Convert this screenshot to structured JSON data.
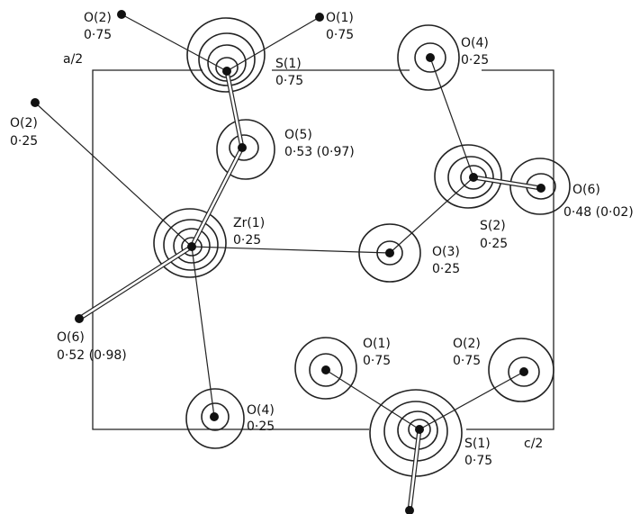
{
  "axes": {
    "a": "a/2",
    "c": "c/2"
  },
  "atoms": [
    {
      "id": "S1_top",
      "name": "S(1)",
      "value": "0·75"
    },
    {
      "id": "O1_top",
      "name": "O(1)",
      "value": "0·75"
    },
    {
      "id": "O2_top",
      "name": "O(2)",
      "value": "0·75"
    },
    {
      "id": "O4_top",
      "name": "O(4)",
      "value": "0·25"
    },
    {
      "id": "O2_left",
      "name": "O(2)",
      "value": "0·25"
    },
    {
      "id": "O5",
      "name": "O(5)",
      "value": "0·53 (0·97)"
    },
    {
      "id": "Zr1",
      "name": "Zr(1)",
      "value": "0·25"
    },
    {
      "id": "S2",
      "name": "S(2)",
      "value": "0·25"
    },
    {
      "id": "O6_right",
      "name": "O(6)",
      "value": "0·48 (0·02)"
    },
    {
      "id": "O3",
      "name": "O(3)",
      "value": "0·25"
    },
    {
      "id": "O6_left",
      "name": "O(6)",
      "value": "0·52 (0·98)"
    },
    {
      "id": "O1_bottom",
      "name": "O(1)",
      "value": "0·75"
    },
    {
      "id": "O2_bottom",
      "name": "O(2)",
      "value": "0·75"
    },
    {
      "id": "O4_bottom",
      "name": "O(4)",
      "value": "0·25"
    },
    {
      "id": "S1_bottom",
      "name": "S(1)",
      "value": "0·75"
    }
  ]
}
